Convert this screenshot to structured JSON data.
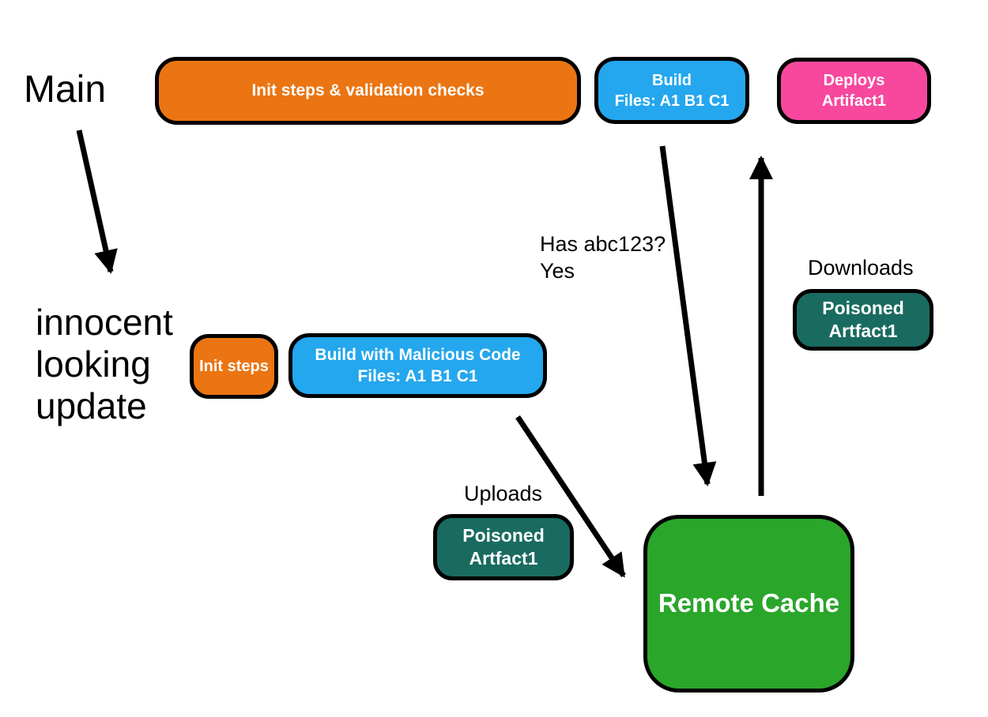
{
  "diagram": {
    "branches": {
      "main_label": "Main",
      "update_label": "innocent looking update"
    },
    "main_pipeline": {
      "init_validation": "Init steps & validation checks",
      "build_line1": "Build",
      "build_line2": "Files: A1 B1 C1",
      "deploy_line1": "Deploys",
      "deploy_line2": "Artifact1"
    },
    "update_pipeline": {
      "init_steps": "Init steps",
      "build_line1": "Build with Malicious Code",
      "build_line2": "Files: A1 B1 C1"
    },
    "cache": {
      "label": "Remote Cache"
    },
    "annotations": {
      "has_hash_question": "Has abc123?",
      "has_hash_answer": "Yes",
      "downloads": "Downloads",
      "uploads": "Uploads"
    },
    "artifacts": {
      "download_line1": "Poisoned",
      "download_line2": "Artfact1",
      "upload_line1": "Poisoned",
      "upload_line2": "Artfact1"
    },
    "colors": {
      "orange": "#EB7512",
      "blue": "#24A7EE",
      "pink": "#F7489E",
      "teal": "#196B60",
      "green": "#2AA62B",
      "ink": "#000000",
      "box_text": "#ffffff"
    }
  }
}
